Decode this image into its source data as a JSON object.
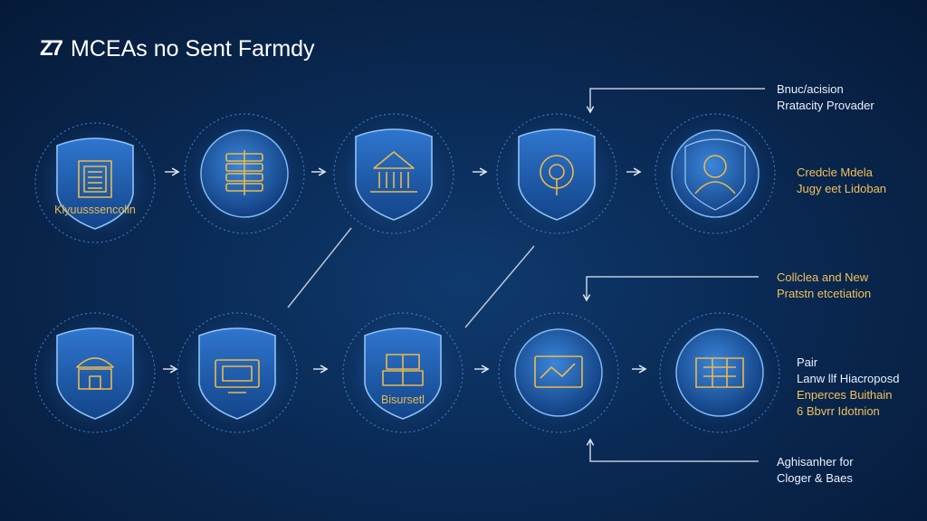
{
  "header": {
    "logo": "Z7",
    "title": "MCEAs no Sent Farmdy"
  },
  "colors": {
    "background": "#0a2a55",
    "node_ring": "#3f8ee0",
    "icon_gold": "#e9b94d",
    "text_white": "#eaf1fb",
    "text_gold": "#f0c15a"
  },
  "nodes_row1": [
    {
      "id": "n1",
      "shape": "shield",
      "icon": "document-frame-icon",
      "caption": "Klyuusssencolin"
    },
    {
      "id": "n2",
      "shape": "circle",
      "icon": "server-stack-icon",
      "caption": ""
    },
    {
      "id": "n3",
      "shape": "shield",
      "icon": "temple-building-icon",
      "caption": ""
    },
    {
      "id": "n4",
      "shape": "shield",
      "icon": "key-lock-icon",
      "caption": ""
    },
    {
      "id": "n5",
      "shape": "circle-shield",
      "icon": "user-profile-icon",
      "caption": ""
    }
  ],
  "nodes_row2": [
    {
      "id": "n6",
      "shape": "shield",
      "icon": "institution-icon",
      "caption": ""
    },
    {
      "id": "n7",
      "shape": "shield",
      "icon": "monitor-icon",
      "caption": ""
    },
    {
      "id": "n8",
      "shape": "shield",
      "icon": "building-blocks-icon",
      "caption": "Bisursetl"
    },
    {
      "id": "n9",
      "shape": "circle",
      "icon": "map-screen-icon",
      "caption": ""
    },
    {
      "id": "n10",
      "shape": "circle",
      "icon": "circuit-board-icon",
      "caption": ""
    }
  ],
  "labels": {
    "provider": {
      "line1": "Bnuc/acision",
      "line2": "Rratacity Provader"
    },
    "credit": {
      "line1": "Credcle Mdela",
      "line2": "Jugy eet Lidoban"
    },
    "collect": {
      "line1": "Collclea and New",
      "line2": "Pratstn etcetiation"
    },
    "pair": {
      "line1": "Pair",
      "line2": "Lanw llf Hiacroposd",
      "line3": "Enperces Buithain",
      "line4": "6 Bbvrr Idotnion"
    },
    "bottom": {
      "line1": "Aghisanher for",
      "line2": "Cloger & Baes"
    }
  }
}
